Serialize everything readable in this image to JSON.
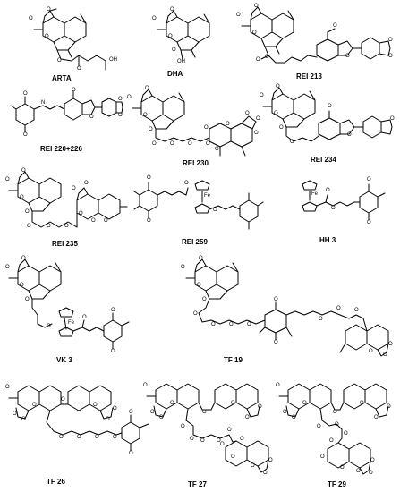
{
  "compounds": [
    {
      "label": "ARTA",
      "atoms": [
        "O",
        "O",
        "O",
        "O",
        "O",
        "OH"
      ]
    },
    {
      "label": "DHA",
      "atoms": [
        "O",
        "O",
        "O",
        "O",
        "OH"
      ]
    },
    {
      "label": "REI 213",
      "atoms": [
        "O",
        "O",
        "O",
        "O",
        "O",
        "O",
        "O",
        "O",
        "O"
      ]
    },
    {
      "label": "REI 220+226",
      "atoms": [
        "O",
        "O",
        "N",
        "O",
        "O",
        "O",
        "O"
      ]
    },
    {
      "label": "REI 230",
      "atoms": [
        "O",
        "O",
        "O",
        "O",
        "O",
        "O",
        "O",
        "O",
        "O",
        "O",
        "O",
        "O",
        "O",
        "O"
      ]
    },
    {
      "label": "REI 234",
      "atoms": [
        "O",
        "O",
        "O",
        "O",
        "O",
        "O",
        "O",
        "O"
      ]
    },
    {
      "label": "REI 235",
      "atoms": [
        "O",
        "O",
        "O",
        "O",
        "O",
        "O",
        "O",
        "O",
        "O",
        "O",
        "O",
        "O"
      ]
    },
    {
      "label": "REI 259",
      "atoms": [
        "O",
        "O",
        "O",
        "O",
        "Fe"
      ]
    },
    {
      "label": "HH 3",
      "atoms": [
        "O",
        "O",
        "O",
        "O",
        "Fe"
      ]
    },
    {
      "label": "VK 3",
      "atoms": [
        "O",
        "O",
        "O",
        "O",
        "O",
        "O",
        "O",
        "O",
        "Fe"
      ]
    },
    {
      "label": "TF 19",
      "atoms": [
        "O",
        "O",
        "O",
        "O",
        "O",
        "O",
        "O",
        "O",
        "O",
        "O",
        "O",
        "O",
        "O",
        "O",
        "O",
        "O"
      ]
    },
    {
      "label": "TF 26",
      "atoms": [
        "O",
        "O",
        "O",
        "O",
        "O",
        "O",
        "O",
        "O",
        "O",
        "O",
        "O",
        "O",
        "O",
        "O"
      ]
    },
    {
      "label": "TF 27",
      "atoms": [
        "O",
        "O",
        "O",
        "O",
        "O",
        "O",
        "O",
        "O",
        "O",
        "O",
        "O",
        "O",
        "O",
        "O",
        "O",
        "O",
        "O",
        "O",
        "O"
      ]
    },
    {
      "label": "TF 29",
      "atoms": [
        "O",
        "O",
        "O",
        "O",
        "O",
        "O",
        "O",
        "O",
        "O",
        "O",
        "O",
        "O",
        "O",
        "O",
        "O",
        "O",
        "O"
      ]
    }
  ]
}
